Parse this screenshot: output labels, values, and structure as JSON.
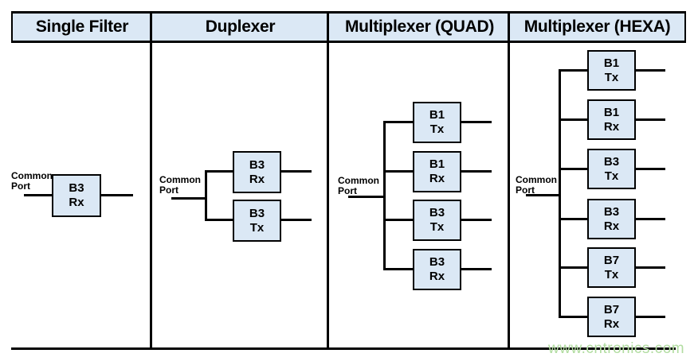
{
  "columns": [
    {
      "title": "Single Filter",
      "common_port": "Common Port",
      "filters": [
        {
          "band": "B3",
          "mode": "Rx"
        }
      ]
    },
    {
      "title": "Duplexer",
      "common_port": "Common Port",
      "filters": [
        {
          "band": "B3",
          "mode": "Rx"
        },
        {
          "band": "B3",
          "mode": "Tx"
        }
      ]
    },
    {
      "title": "Multiplexer (QUAD)",
      "common_port": "Common Port",
      "filters": [
        {
          "band": "B1",
          "mode": "Tx"
        },
        {
          "band": "B1",
          "mode": "Rx"
        },
        {
          "band": "B3",
          "mode": "Tx"
        },
        {
          "band": "B3",
          "mode": "Rx"
        }
      ]
    },
    {
      "title": "Multiplexer (HEXA)",
      "common_port": "Common Port",
      "filters": [
        {
          "band": "B1",
          "mode": "Tx"
        },
        {
          "band": "B1",
          "mode": "Rx"
        },
        {
          "band": "B3",
          "mode": "Tx"
        },
        {
          "band": "B3",
          "mode": "Rx"
        },
        {
          "band": "B7",
          "mode": "Tx"
        },
        {
          "band": "B7",
          "mode": "Rx"
        }
      ]
    }
  ],
  "watermark": "www.cntronics.com",
  "colors": {
    "cell_fill": "#dbe8f5",
    "border": "#000000",
    "watermark_green": "#b2dda1"
  }
}
